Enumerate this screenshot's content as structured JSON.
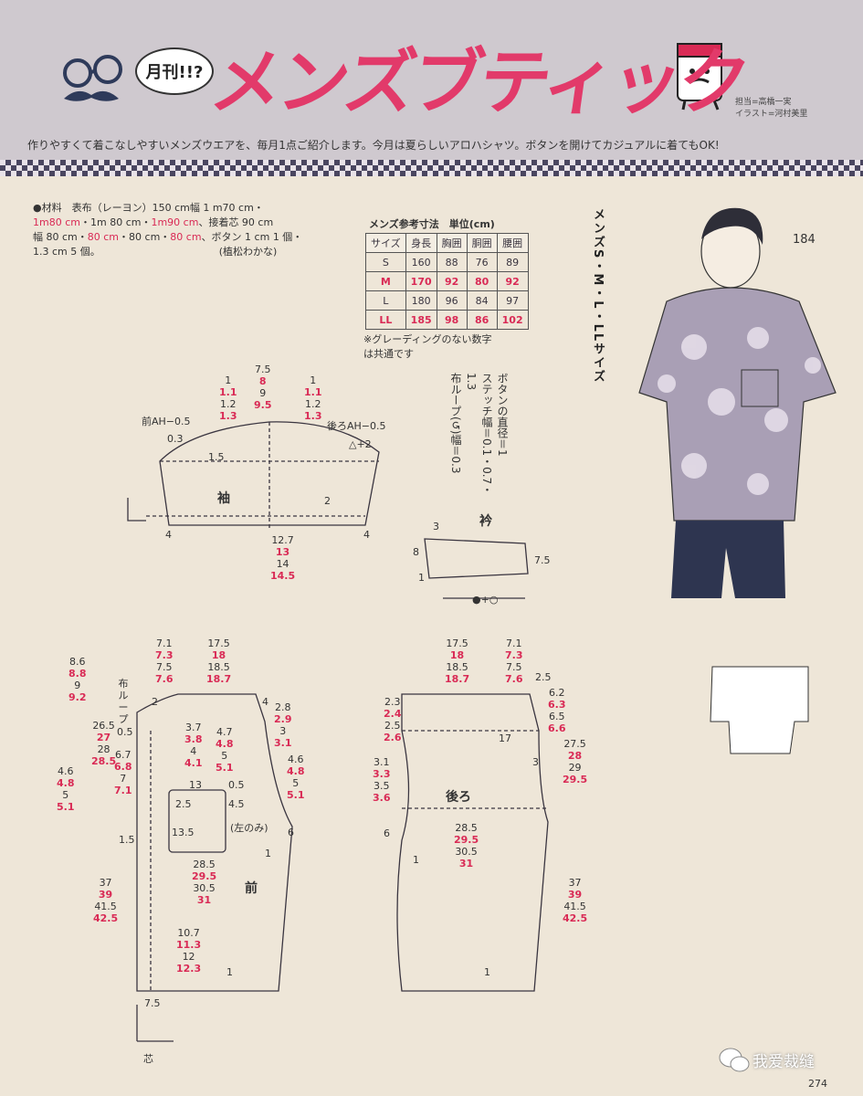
{
  "header": {
    "badge": "月刊!!?",
    "title": "メンズブティック",
    "credits": [
      "担当=高橋一実",
      "イラスト=河村美里"
    ],
    "intro": "作りやすくて着こなしやすいメンズウエアを、毎月1点ご紹介します。今月は夏らしいアロハシャツ。ボタンを開けてカジュアルに着てもOK!"
  },
  "materials": {
    "line1a": "●材料　表布（レーヨン）150 cm幅 1 m70 cm・",
    "line2a": "1m80 cm",
    "line2b": "・1m 80 cm・",
    "line2c": "1m90 cm",
    "line2d": "、接着芯 90 cm",
    "line3a": "幅 80 cm・",
    "line3b": "80 cm",
    "line3c": "・80 cm・",
    "line3d": "80 cm",
    "line3e": "、ボタン 1 cm 1 個・",
    "line4": "1.3 cm 5 個。",
    "author": "(植松わかな)"
  },
  "size_table": {
    "title": "メンズ参考寸法　単位(cm)",
    "headers": [
      "サイズ",
      "身長",
      "胸囲",
      "胴囲",
      "腰囲"
    ],
    "rows": [
      {
        "size": "S",
        "values": [
          "160",
          "88",
          "76",
          "89"
        ],
        "accent": false
      },
      {
        "size": "M",
        "values": [
          "170",
          "92",
          "80",
          "92"
        ],
        "accent": true
      },
      {
        "size": "L",
        "values": [
          "180",
          "96",
          "84",
          "97"
        ],
        "accent": false
      },
      {
        "size": "LL",
        "values": [
          "185",
          "98",
          "86",
          "102"
        ],
        "accent": true
      }
    ],
    "note1": "※グレーディングのない数字",
    "note2": "は共通です"
  },
  "side": {
    "sizes": "メンズS・M・L・LLサイズ",
    "model_no": "184"
  },
  "vertical_notes": [
    "ボタンの直径＝1",
    "ステッチ幅＝0.1・0.7・1.3",
    "布ループ(↺)幅＝0.3"
  ],
  "labels": {
    "sleeve": "袖",
    "collar": "衿",
    "front": "前",
    "back": "後ろ",
    "pocket_note": "(左のみ)",
    "facing": "芯"
  },
  "sleeve_dims": {
    "top_center": [
      "7.5",
      "8",
      "9",
      "9.5"
    ],
    "left": [
      "1",
      "1.1",
      "1.2",
      "1.3"
    ],
    "right": [
      "1",
      "1.1",
      "1.2",
      "1.3"
    ],
    "front_ah": "前AH−0.5",
    "back_ah": "後ろAH−0.5",
    "plus2": "△+2",
    "small": [
      "0.3",
      "1.5",
      "2",
      "4",
      "4"
    ],
    "bottom": [
      "12.7",
      "13",
      "14",
      "14.5"
    ]
  },
  "collar_dims": {
    "a": "3",
    "b": "8",
    "c": "7.5",
    "d": "1",
    "e": "●+○"
  },
  "front_dims": {
    "top_left": [
      "7.1",
      "7.3",
      "7.5",
      "7.6"
    ],
    "top_right": [
      "17.5",
      "18",
      "18.5",
      "18.7"
    ],
    "star": [
      "8.6",
      "8.8",
      "9",
      "9.2"
    ],
    "loop": "布ループ",
    "a": [
      "26.5",
      "27",
      "28",
      "28.5"
    ],
    "b": [
      "6.7",
      "6.8",
      "7",
      "7.1"
    ],
    "star2": [
      "4.6",
      "4.8",
      "5",
      "5.1"
    ],
    "c": [
      "3.7",
      "3.8",
      "4",
      "4.1"
    ],
    "d": [
      "4.7",
      "4.8",
      "5",
      "5.1"
    ],
    "e": [
      "2.8",
      "2.9",
      "3",
      "3.1"
    ],
    "f": [
      "4.6",
      "4.8",
      "5",
      "5.1"
    ],
    "pocket": [
      "13",
      "0.5",
      "2.5",
      "4.5",
      "13.5"
    ],
    "g": [
      "28.5",
      "29.5",
      "30.5",
      "31"
    ],
    "h": [
      "37",
      "39",
      "41.5",
      "42.5"
    ],
    "i": [
      "10.7",
      "11.3",
      "12",
      "12.3"
    ],
    "misc": [
      "2",
      "4",
      "0.5",
      "1.5",
      "6",
      "1",
      "1",
      "7.5"
    ]
  },
  "back_dims": {
    "top_left": [
      "17.5",
      "18",
      "18.5",
      "18.7"
    ],
    "top_right": [
      "7.1",
      "7.3",
      "7.5",
      "7.6"
    ],
    "a": [
      "2.3",
      "2.4",
      "2.5",
      "2.6"
    ],
    "b": [
      "6.2",
      "6.3",
      "6.5",
      "6.6"
    ],
    "c": [
      "27.5",
      "28",
      "29",
      "29.5"
    ],
    "d": [
      "3.1",
      "3.3",
      "3.5",
      "3.6"
    ],
    "e": [
      "28.5",
      "29.5",
      "30.5",
      "31"
    ],
    "f": [
      "37",
      "39",
      "41.5",
      "42.5"
    ],
    "misc": [
      "2.5",
      "17",
      "3",
      "6",
      "1",
      "1"
    ]
  },
  "footer": {
    "watermark": "我爱裁缝",
    "page": "274"
  }
}
